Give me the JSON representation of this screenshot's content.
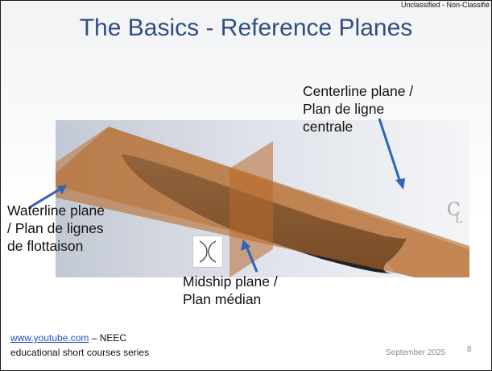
{
  "classification": "Unclassified - Non-Classifié",
  "title": "The Basics - Reference Planes",
  "figure": {
    "centerline_symbol": "CL"
  },
  "callouts": {
    "centerline": [
      "Centerline plane /",
      "Plan de ligne",
      "centrale"
    ],
    "waterline": [
      "Waterline plane",
      "/ Plan de lignes",
      "de flottaison"
    ],
    "midship": [
      "Midship plane /",
      "Plan médian"
    ]
  },
  "footer": {
    "link_text": "www.youtube.com",
    "link_suffix": " – NEEC",
    "series_text": "educational short courses series",
    "date": "September 2025",
    "page_number": "8"
  },
  "icons": [
    "midship-section-icon",
    "centerline-symbol-icon"
  ],
  "colors": {
    "title": "#2f4f83",
    "plane_fill": "#b86a2c",
    "arrow": "#2f64b6",
    "link": "#1f4fc1"
  }
}
